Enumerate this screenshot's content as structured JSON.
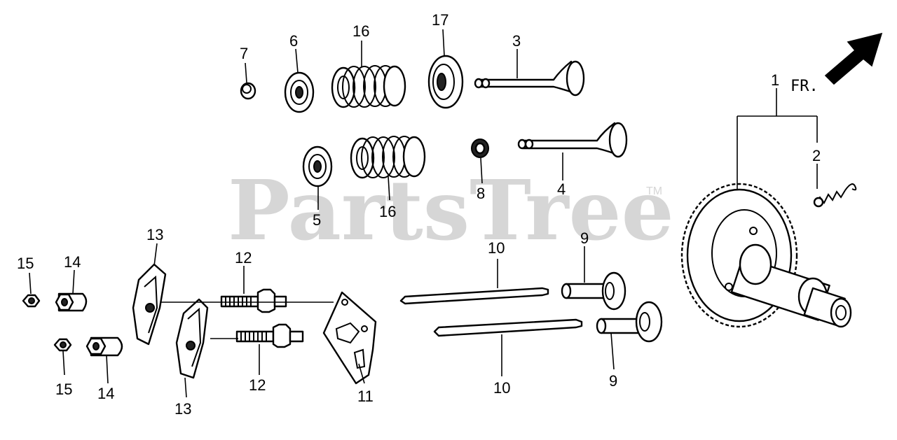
{
  "watermark": {
    "text": "PartsTree",
    "trademark": "TM"
  },
  "front_indicator": {
    "label": "FR."
  },
  "callouts": {
    "c1": "1",
    "c2": "2",
    "c3": "3",
    "c4": "4",
    "c5": "5",
    "c6": "6",
    "c7": "7",
    "c8": "8",
    "c9a": "9",
    "c9b": "9",
    "c10a": "10",
    "c10b": "10",
    "c11": "11",
    "c12a": "12",
    "c12b": "12",
    "c13a": "13",
    "c13b": "13",
    "c14a": "14",
    "c14b": "14",
    "c15a": "15",
    "c15b": "15",
    "c16a": "16",
    "c16b": "16",
    "c17": "17"
  }
}
